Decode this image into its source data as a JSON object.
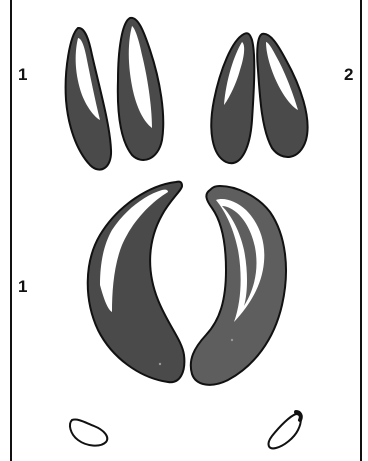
{
  "labels": {
    "top_left": "1",
    "top_right": "2",
    "middle_left": "1"
  },
  "colors": {
    "fill": "#4a4a4a",
    "fill_light": "#5e5e5e",
    "outline": "#111111",
    "background": "#ffffff"
  },
  "icons": [
    "hoof-print-pair-1-icon",
    "hoof-print-pair-2-icon",
    "large-hoof-print-left-icon",
    "large-hoof-print-right-icon",
    "dewclaw-left-icon",
    "dewclaw-right-icon"
  ]
}
